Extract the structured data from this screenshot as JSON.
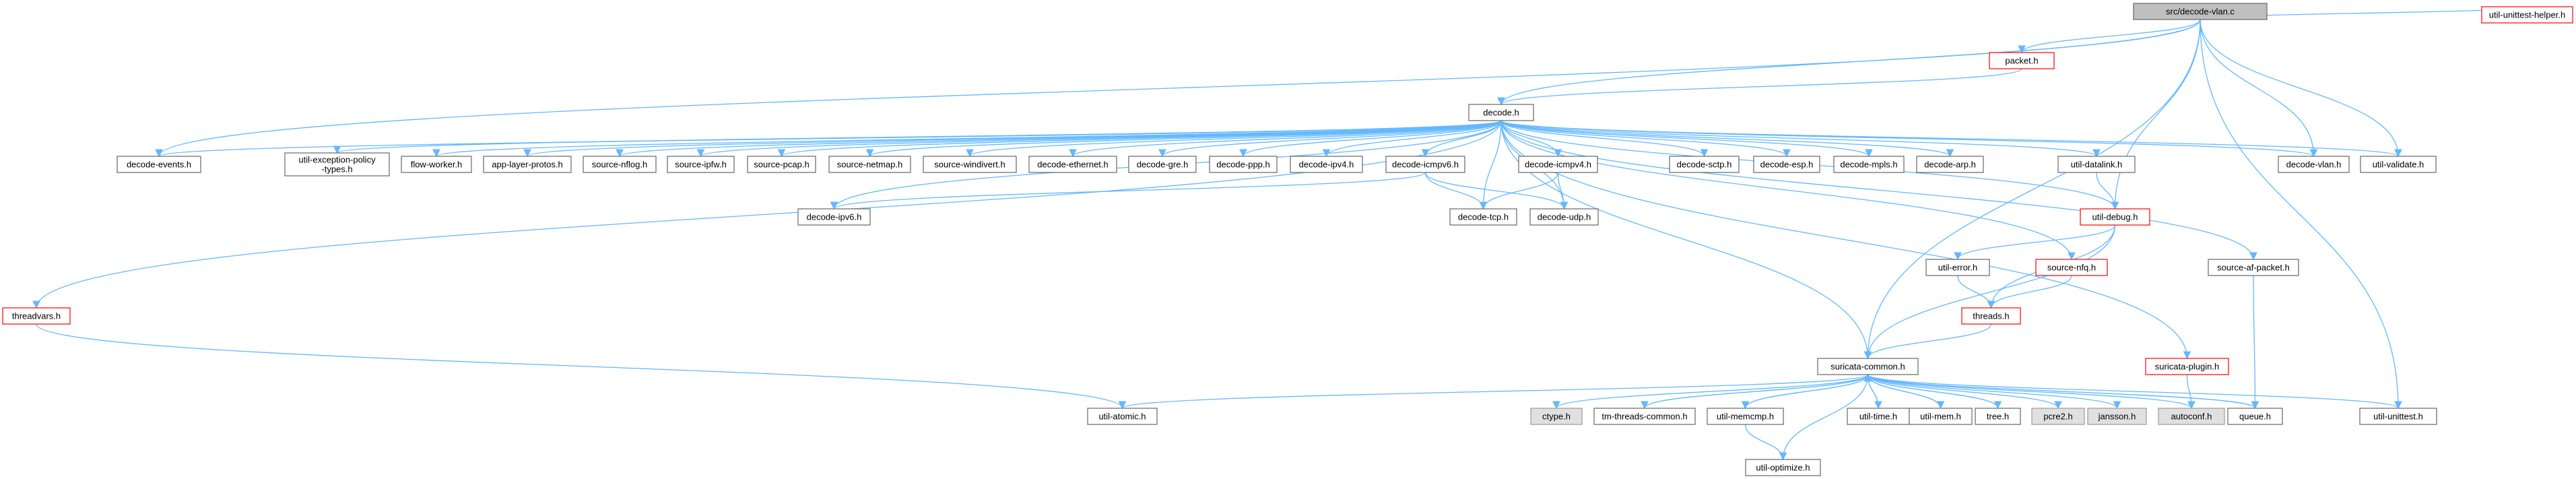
{
  "title": "src/decode-vlan.c",
  "colors": {
    "edge": "#63b8ff",
    "node_fill": "#ffffff",
    "node_border": "#666666",
    "missing_border": "#ff0000",
    "root_fill": "#bfbfbf",
    "system_fill": "#e0e0e0",
    "system_border": "#999999"
  },
  "nodes": [
    {
      "id": "decode_vlan_c",
      "label": "src/decode-vlan.c",
      "kind": "root"
    },
    {
      "id": "packet_h",
      "label": "packet.h",
      "kind": "missing"
    },
    {
      "id": "util_unittest_helper_h",
      "label": "util-unittest-helper.h",
      "kind": "missing"
    },
    {
      "id": "decode_h",
      "label": "decode.h",
      "kind": "normal"
    },
    {
      "id": "decode_events_h",
      "label": "decode-events.h",
      "kind": "normal"
    },
    {
      "id": "util_exception_policy_types_h",
      "label": "util-exception-policy\n-types.h",
      "kind": "normal"
    },
    {
      "id": "flow_worker_h",
      "label": "flow-worker.h",
      "kind": "normal"
    },
    {
      "id": "app_layer_protos_h",
      "label": "app-layer-protos.h",
      "kind": "normal"
    },
    {
      "id": "source_nflog_h",
      "label": "source-nflog.h",
      "kind": "normal"
    },
    {
      "id": "source_ipfw_h",
      "label": "source-ipfw.h",
      "kind": "normal"
    },
    {
      "id": "source_pcap_h",
      "label": "source-pcap.h",
      "kind": "normal"
    },
    {
      "id": "source_netmap_h",
      "label": "source-netmap.h",
      "kind": "normal"
    },
    {
      "id": "source_windivert_h",
      "label": "source-windivert.h",
      "kind": "normal"
    },
    {
      "id": "decode_ethernet_h",
      "label": "decode-ethernet.h",
      "kind": "normal"
    },
    {
      "id": "decode_gre_h",
      "label": "decode-gre.h",
      "kind": "normal"
    },
    {
      "id": "decode_ppp_h",
      "label": "decode-ppp.h",
      "kind": "normal"
    },
    {
      "id": "decode_ipv4_h",
      "label": "decode-ipv4.h",
      "kind": "normal"
    },
    {
      "id": "decode_icmpv6_h",
      "label": "decode-icmpv6.h",
      "kind": "normal"
    },
    {
      "id": "decode_icmpv4_h",
      "label": "decode-icmpv4.h",
      "kind": "normal"
    },
    {
      "id": "decode_sctp_h",
      "label": "decode-sctp.h",
      "kind": "normal"
    },
    {
      "id": "decode_esp_h",
      "label": "decode-esp.h",
      "kind": "normal"
    },
    {
      "id": "decode_mpls_h",
      "label": "decode-mpls.h",
      "kind": "normal"
    },
    {
      "id": "decode_arp_h",
      "label": "decode-arp.h",
      "kind": "normal"
    },
    {
      "id": "util_datalink_h",
      "label": "util-datalink.h",
      "kind": "normal"
    },
    {
      "id": "decode_vlan_h",
      "label": "decode-vlan.h",
      "kind": "normal"
    },
    {
      "id": "util_validate_h",
      "label": "util-validate.h",
      "kind": "normal"
    },
    {
      "id": "decode_ipv6_h",
      "label": "decode-ipv6.h",
      "kind": "normal"
    },
    {
      "id": "decode_tcp_h",
      "label": "decode-tcp.h",
      "kind": "normal"
    },
    {
      "id": "decode_udp_h",
      "label": "decode-udp.h",
      "kind": "normal"
    },
    {
      "id": "util_debug_h",
      "label": "util-debug.h",
      "kind": "missing"
    },
    {
      "id": "threadvars_h",
      "label": "threadvars.h",
      "kind": "missing"
    },
    {
      "id": "util_error_h",
      "label": "util-error.h",
      "kind": "normal"
    },
    {
      "id": "source_nfq_h",
      "label": "source-nfq.h",
      "kind": "missing"
    },
    {
      "id": "source_af_packet_h",
      "label": "source-af-packet.h",
      "kind": "normal"
    },
    {
      "id": "threads_h",
      "label": "threads.h",
      "kind": "missing"
    },
    {
      "id": "suricata_plugin_h",
      "label": "suricata-plugin.h",
      "kind": "missing"
    },
    {
      "id": "suricata_common_h",
      "label": "suricata-common.h",
      "kind": "normal"
    },
    {
      "id": "util_atomic_h",
      "label": "util-atomic.h",
      "kind": "normal"
    },
    {
      "id": "ctype_h",
      "label": "ctype.h",
      "kind": "system"
    },
    {
      "id": "tm_threads_common_h",
      "label": "tm-threads-common.h",
      "kind": "normal"
    },
    {
      "id": "util_memcmp_h",
      "label": "util-memcmp.h",
      "kind": "normal"
    },
    {
      "id": "util_time_h",
      "label": "util-time.h",
      "kind": "normal"
    },
    {
      "id": "util_mem_h",
      "label": "util-mem.h",
      "kind": "normal"
    },
    {
      "id": "tree_h",
      "label": "tree.h",
      "kind": "normal"
    },
    {
      "id": "pcre2_h",
      "label": "pcre2.h",
      "kind": "system"
    },
    {
      "id": "jansson_h",
      "label": "jansson.h",
      "kind": "system"
    },
    {
      "id": "autoconf_h",
      "label": "autoconf.h",
      "kind": "system"
    },
    {
      "id": "queue_h",
      "label": "queue.h",
      "kind": "normal"
    },
    {
      "id": "util_unittest_h",
      "label": "util-unittest.h",
      "kind": "normal"
    },
    {
      "id": "util_optimize_h",
      "label": "util-optimize.h",
      "kind": "normal"
    }
  ],
  "edges": [
    [
      "decode_vlan_c",
      "packet_h"
    ],
    [
      "decode_vlan_c",
      "util_unittest_helper_h"
    ],
    [
      "decode_vlan_c",
      "decode_h"
    ],
    [
      "decode_vlan_c",
      "decode_events_h"
    ],
    [
      "decode_vlan_c",
      "util_debug_h"
    ],
    [
      "decode_vlan_c",
      "decode_vlan_h"
    ],
    [
      "decode_vlan_c",
      "util_validate_h"
    ],
    [
      "decode_vlan_c",
      "util_unittest_h"
    ],
    [
      "decode_vlan_c",
      "suricata_common_h"
    ],
    [
      "packet_h",
      "decode_h"
    ],
    [
      "decode_h",
      "decode_events_h"
    ],
    [
      "decode_h",
      "util_exception_policy_types_h"
    ],
    [
      "decode_h",
      "flow_worker_h"
    ],
    [
      "decode_h",
      "app_layer_protos_h"
    ],
    [
      "decode_h",
      "source_nflog_h"
    ],
    [
      "decode_h",
      "source_ipfw_h"
    ],
    [
      "decode_h",
      "source_pcap_h"
    ],
    [
      "decode_h",
      "source_netmap_h"
    ],
    [
      "decode_h",
      "source_windivert_h"
    ],
    [
      "decode_h",
      "decode_ethernet_h"
    ],
    [
      "decode_h",
      "decode_gre_h"
    ],
    [
      "decode_h",
      "decode_ppp_h"
    ],
    [
      "decode_h",
      "decode_ipv4_h"
    ],
    [
      "decode_h",
      "decode_icmpv6_h"
    ],
    [
      "decode_h",
      "decode_icmpv4_h"
    ],
    [
      "decode_h",
      "decode_sctp_h"
    ],
    [
      "decode_h",
      "decode_esp_h"
    ],
    [
      "decode_h",
      "decode_mpls_h"
    ],
    [
      "decode_h",
      "decode_arp_h"
    ],
    [
      "decode_h",
      "util_datalink_h"
    ],
    [
      "decode_h",
      "decode_vlan_h"
    ],
    [
      "decode_h",
      "util_validate_h"
    ],
    [
      "decode_h",
      "decode_ipv6_h"
    ],
    [
      "decode_h",
      "decode_tcp_h"
    ],
    [
      "decode_h",
      "decode_udp_h"
    ],
    [
      "decode_h",
      "util_debug_h"
    ],
    [
      "decode_h",
      "threadvars_h"
    ],
    [
      "decode_h",
      "source_nfq_h"
    ],
    [
      "decode_h",
      "source_af_packet_h"
    ],
    [
      "decode_h",
      "suricata_plugin_h"
    ],
    [
      "decode_h",
      "suricata_common_h"
    ],
    [
      "decode_icmpv6_h",
      "decode_ipv6_h"
    ],
    [
      "decode_icmpv6_h",
      "decode_tcp_h"
    ],
    [
      "decode_icmpv6_h",
      "decode_udp_h"
    ],
    [
      "decode_icmpv4_h",
      "decode_tcp_h"
    ],
    [
      "decode_icmpv4_h",
      "decode_udp_h"
    ],
    [
      "util_datalink_h",
      "util_debug_h"
    ],
    [
      "util_debug_h",
      "util_error_h"
    ],
    [
      "util_debug_h",
      "threads_h"
    ],
    [
      "util_debug_h",
      "suricata_common_h"
    ],
    [
      "util_error_h",
      "threads_h"
    ],
    [
      "source_nfq_h",
      "threads_h"
    ],
    [
      "threads_h",
      "suricata_common_h"
    ],
    [
      "threadvars_h",
      "util_atomic_h"
    ],
    [
      "source_af_packet_h",
      "queue_h"
    ],
    [
      "suricata_plugin_h",
      "autoconf_h"
    ],
    [
      "suricata_common_h",
      "util_atomic_h"
    ],
    [
      "suricata_common_h",
      "ctype_h"
    ],
    [
      "suricata_common_h",
      "tm_threads_common_h"
    ],
    [
      "suricata_common_h",
      "util_memcmp_h"
    ],
    [
      "suricata_common_h",
      "util_time_h"
    ],
    [
      "suricata_common_h",
      "util_mem_h"
    ],
    [
      "suricata_common_h",
      "tree_h"
    ],
    [
      "suricata_common_h",
      "pcre2_h"
    ],
    [
      "suricata_common_h",
      "jansson_h"
    ],
    [
      "suricata_common_h",
      "autoconf_h"
    ],
    [
      "suricata_common_h",
      "queue_h"
    ],
    [
      "suricata_common_h",
      "util_unittest_h"
    ],
    [
      "suricata_common_h",
      "util_optimize_h"
    ],
    [
      "tm_threads_common_h",
      "suricata_common_h"
    ],
    [
      "util_memcmp_h",
      "suricata_common_h"
    ],
    [
      "util_memcmp_h",
      "util_optimize_h"
    ],
    [
      "util_time_h",
      "suricata_common_h"
    ],
    [
      "util_mem_h",
      "suricata_common_h"
    ],
    [
      "tree_h",
      "suricata_common_h"
    ],
    [
      "queue_h",
      "suricata_common_h"
    ]
  ]
}
